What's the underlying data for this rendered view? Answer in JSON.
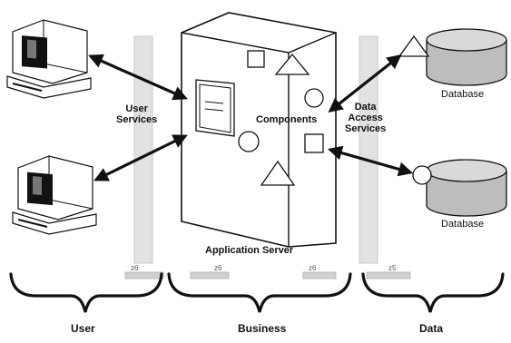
{
  "labels": {
    "user_services_line1": "User",
    "user_services_line2": "Services",
    "components": "Components",
    "data_access_line1": "Data",
    "data_access_line2": "Access",
    "data_access_line3": "Services",
    "database_top": "Database",
    "database_bottom": "Database",
    "application_server": "Application Server"
  },
  "connectors": [
    "z6",
    "z6",
    "z6",
    "z5"
  ],
  "tiers": [
    "User",
    "Business",
    "Data"
  ]
}
